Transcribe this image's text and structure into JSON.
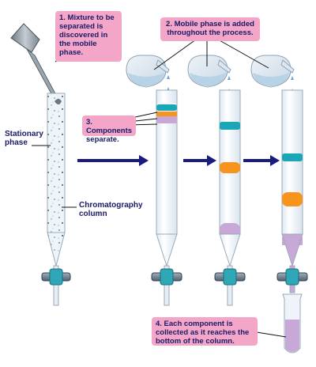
{
  "callouts": {
    "step1": "1. Mixture to be separated is discovered in the mobile phase.",
    "step2": "2. Mobile phase is added throughout the process.",
    "step3": "3. Components separate.",
    "step4": "4. Each component is collected as it reaches the bottom of the column."
  },
  "labels": {
    "stationary_phase": "Stationary phase",
    "chromatography_column": "Chromatography column"
  },
  "colors": {
    "callout_bg": "#f3a6c8",
    "text": "#1a1a66",
    "arrow": "#1a1a80",
    "column_glass": "#f4f7fb",
    "component_teal": "#1aa6b7",
    "component_orange": "#f7941d",
    "component_purple": "#c7a8d6",
    "mobile_phase_blue": "#b9d3e6"
  }
}
